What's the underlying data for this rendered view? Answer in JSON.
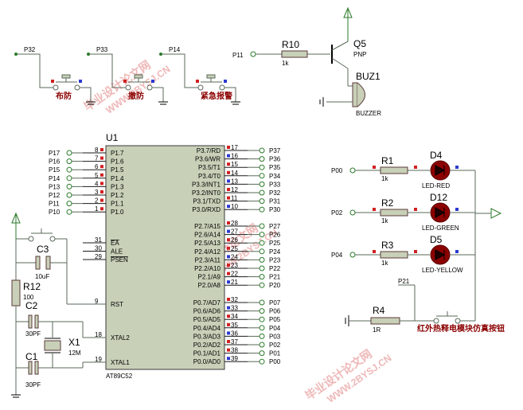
{
  "chip": {
    "ref": "U1",
    "part": "AT89C52",
    "left_pins": [
      {
        "net": "P17",
        "num": "8",
        "name": "P1.7"
      },
      {
        "net": "P16",
        "num": "7",
        "name": "P1.6"
      },
      {
        "net": "P15",
        "num": "6",
        "name": "P1.5"
      },
      {
        "net": "P14",
        "num": "5",
        "name": "P1.4"
      },
      {
        "net": "P13",
        "num": "4",
        "name": "P1.3"
      },
      {
        "net": "P12",
        "num": "3",
        "name": "P1.2"
      },
      {
        "net": "P11",
        "num": "2",
        "name": "P1.1"
      },
      {
        "net": "P10",
        "num": "1",
        "name": "P1.0"
      }
    ],
    "ctrl_pins": [
      {
        "num": "31",
        "name": "EA"
      },
      {
        "num": "30",
        "name": "ALE"
      },
      {
        "num": "29",
        "name": "PSEN"
      }
    ],
    "rst_pin": {
      "num": "9",
      "name": "RST"
    },
    "xtal_pins": [
      {
        "num": "18",
        "name": "XTAL2"
      },
      {
        "num": "19",
        "name": "XTAL1"
      }
    ],
    "p3_pins": [
      {
        "net": "P37",
        "num": "17",
        "name": "P3.7/RD"
      },
      {
        "net": "P36",
        "num": "16",
        "name": "P3.6/WR"
      },
      {
        "net": "P35",
        "num": "15",
        "name": "P3.5/T1"
      },
      {
        "net": "P34",
        "num": "14",
        "name": "P3.4/T0"
      },
      {
        "net": "P33",
        "num": "13",
        "name": "P3.3/INT1"
      },
      {
        "net": "P32",
        "num": "12",
        "name": "P3.2/INT0"
      },
      {
        "net": "P31",
        "num": "11",
        "name": "P3.1/TXD"
      },
      {
        "net": "P30",
        "num": "10",
        "name": "P3.0/RXD"
      }
    ],
    "p2_pins": [
      {
        "net": "P27",
        "num": "28",
        "name": "P2.7/A15"
      },
      {
        "net": "P26",
        "num": "27",
        "name": "P2.6/A14"
      },
      {
        "net": "P25",
        "num": "26",
        "name": "P2.5/A13"
      },
      {
        "net": "P24",
        "num": "25",
        "name": "P2.4/A12"
      },
      {
        "net": "P23",
        "num": "24",
        "name": "P2.3/A11"
      },
      {
        "net": "P22",
        "num": "23",
        "name": "P2.2/A10"
      },
      {
        "net": "P21",
        "num": "22",
        "name": "P2.1/A9"
      },
      {
        "net": "P20",
        "num": "21",
        "name": "P2.0/A8"
      }
    ],
    "p0_pins": [
      {
        "net": "P07",
        "num": "32",
        "name": "P0.7/AD7"
      },
      {
        "net": "P06",
        "num": "33",
        "name": "P0.6/AD6"
      },
      {
        "net": "P05",
        "num": "34",
        "name": "P0.5/AD5"
      },
      {
        "net": "P04",
        "num": "35",
        "name": "P0.4/AD4"
      },
      {
        "net": "P03",
        "num": "36",
        "name": "P0.3/AD3"
      },
      {
        "net": "P02",
        "num": "37",
        "name": "P0.2/AD2"
      },
      {
        "net": "P01",
        "num": "38",
        "name": "P0.1/AD1"
      },
      {
        "net": "P00",
        "num": "39",
        "name": "P0.0/AD0"
      }
    ]
  },
  "buttons": [
    {
      "net": "P32",
      "label": "布防"
    },
    {
      "net": "P33",
      "label": "撤防"
    },
    {
      "net": "P14",
      "label": "紧急报警"
    }
  ],
  "buzzer": {
    "net": "P11",
    "r_ref": "R10",
    "r_val": "1k",
    "q_ref": "Q5",
    "q_type": "PNP",
    "buz_ref": "BUZ1",
    "buz_type": "BUZZER"
  },
  "leds": [
    {
      "net": "P00",
      "r_ref": "R1",
      "r_val": "1k",
      "d_ref": "D4",
      "d_type": "LED-RED"
    },
    {
      "net": "P02",
      "r_ref": "R2",
      "r_val": "1k",
      "d_ref": "D12",
      "d_type": "LED-GREEN"
    },
    {
      "net": "P04",
      "r_ref": "R3",
      "r_val": "1k",
      "d_ref": "D5",
      "d_type": "LED-YELLOW"
    }
  ],
  "sensor": {
    "net": "P21",
    "r_ref": "R4",
    "r_val": "1R",
    "label": "红外热释电模块仿真按钮"
  },
  "reset": {
    "c_ref": "C3",
    "c_val": "10uF",
    "r_ref": "R12",
    "r_val": "100"
  },
  "crystal": {
    "c2_ref": "C2",
    "c2_val": "30PF",
    "c1_ref": "C1",
    "c1_val": "30PF",
    "x_ref": "X1",
    "x_val": "12M"
  },
  "watermark": {
    "text": "毕业设计论文网",
    "url": "WWW.2BYSJ.CN"
  }
}
